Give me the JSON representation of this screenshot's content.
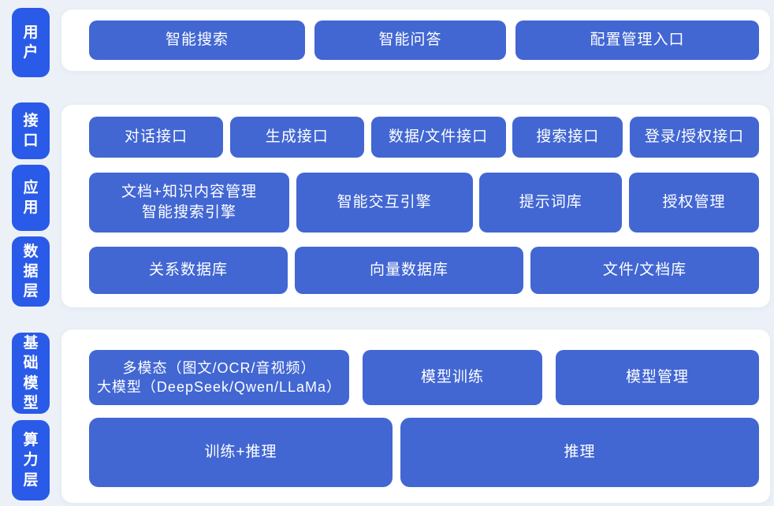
{
  "colors": {
    "background": "#ecf1f7",
    "panel": "#ffffff",
    "pill_blue": "#2a5ae8",
    "box_blue": "#4267d3",
    "text_white": "#ffffff"
  },
  "user_layer": {
    "label": "用户",
    "search": "智能搜索",
    "qa": "智能问答",
    "config": "配置管理入口"
  },
  "middle_layer": {
    "label_interface": "接口",
    "label_app": "应用",
    "label_data": "数据层",
    "interface_row": {
      "dialog": "对话接口",
      "generation": "生成接口",
      "data_file": "数据/文件接口",
      "search": "搜索接口",
      "login_auth": "登录/授权接口"
    },
    "app_row": {
      "doc_engine_line1": "文档+知识内容管理",
      "doc_engine_line2": "智能搜索引擎",
      "interaction": "智能交互引擎",
      "prompt": "提示词库",
      "auth": "授权管理"
    },
    "data_row": {
      "relational": "关系数据库",
      "vector": "向量数据库",
      "file_doc": "文件/文档库"
    }
  },
  "model_layer": {
    "label_model": "基础模型",
    "label_compute": "算力层",
    "model_row": {
      "llm_line1": "多模态（图文/OCR/音视频）",
      "llm_line2": "大模型（DeepSeek/Qwen/LLaMa）",
      "training": "模型训练",
      "management": "模型管理"
    },
    "compute_row": {
      "train_infer": "训练+推理",
      "infer": "推理"
    }
  }
}
